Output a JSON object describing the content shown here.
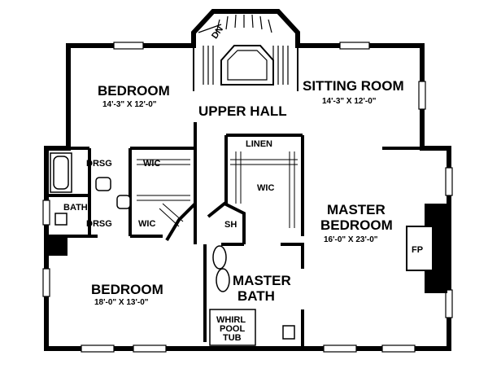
{
  "rooms": {
    "bedroom_upper": {
      "name": "BEDROOM",
      "dims": "14'-3\" X 12'-0\""
    },
    "sitting_room": {
      "name": "SITTING ROOM",
      "dims": "14'-3\" X 12'-0\""
    },
    "upper_hall": {
      "name": "UPPER HALL"
    },
    "linen": {
      "name": "LINEN"
    },
    "drsg_top": {
      "name": "DRSG"
    },
    "wic_top": {
      "name": "WIC"
    },
    "bath": {
      "name": "BATH"
    },
    "drsg_bottom": {
      "name": "DRSG"
    },
    "wic_bottom": {
      "name": "WIC"
    },
    "wic_master": {
      "name": "WIC"
    },
    "shower": {
      "name": "SH"
    },
    "master_bedroom": {
      "line1": "MASTER",
      "line2": "BEDROOM",
      "dims": "16'-0\" X 23'-0\""
    },
    "master_bath": {
      "line1": "MASTER",
      "line2": "BATH"
    },
    "whirlpool": {
      "line1": "WHIRL",
      "line2": "POOL",
      "line3": "TUB"
    },
    "fireplace": {
      "name": "FP"
    },
    "bedroom_lower": {
      "name": "BEDROOM",
      "dims": "18'-0\" X 13'-0\""
    }
  },
  "stairs": {
    "label": "DN"
  },
  "colors": {
    "ink": "#000000",
    "paper": "#ffffff"
  }
}
